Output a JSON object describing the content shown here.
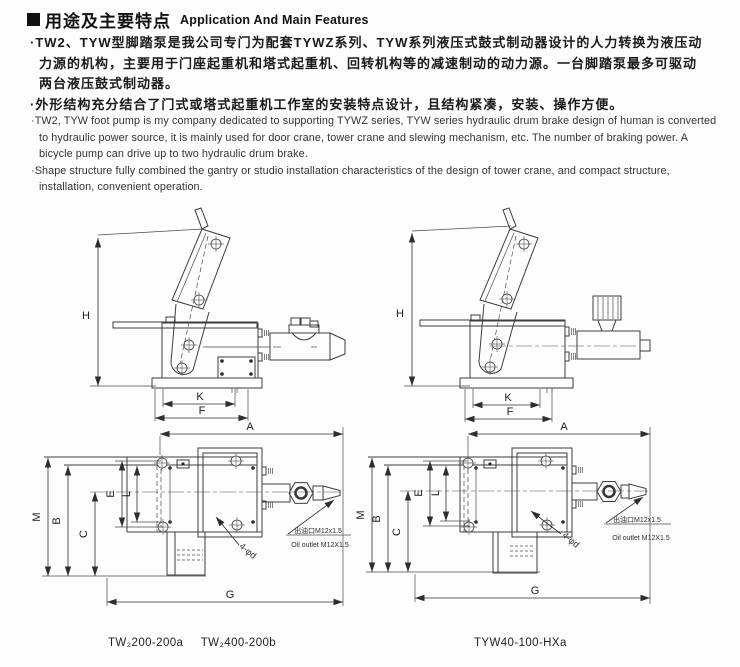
{
  "header": {
    "title_zh": "用途及主要特点",
    "title_en": "Application And Main Features"
  },
  "features_zh": [
    {
      "text": "·TW2、TYW型脚踏泵是我公司专门为配套TYWZ系列、TYW系列液压式鼓式制动器设计的人力转换为液压动力源的机构，主要用于门座起重机和塔式起重机、回转机构等的减速制动的动力源。一台脚踏泵最多可驱动两台液压鼓式制动器。"
    },
    {
      "text": "·外形结构充分结合了门式或塔式起重机工作室的安装特点设计，且结构紧凑，安装、操作方便。"
    }
  ],
  "features_en": [
    {
      "text": "·TW2, TYW foot pump is my company dedicated to supporting TYWZ series, TYW series hydraulic drum brake design of human is converted to hydraulic power source, it is mainly used for door crane, tower crane and slewing mechanism, etc. The number of braking power. A bicycle pump can drive up to two hydraulic drum brake."
    },
    {
      "text": "·Shape structure fully combined the gantry or studio installation characteristics of the design of tower crane, and compact structure, installation, convenient operation."
    }
  ],
  "dim_labels": {
    "H": "H",
    "K": "K",
    "F": "F",
    "A": "A",
    "M": "M",
    "B": "B",
    "C": "C",
    "E": "E",
    "L": "L",
    "G": "G"
  },
  "callouts": {
    "holes": "4-φd",
    "oil_outlet_zh": "出油口M12x1.5",
    "oil_outlet_en": "Oil outlet M12X1.5"
  },
  "captions": {
    "left_a": "TW₂200-200a",
    "left_b": "TW₂400-200b",
    "right": "TYW40-100-HXa"
  }
}
